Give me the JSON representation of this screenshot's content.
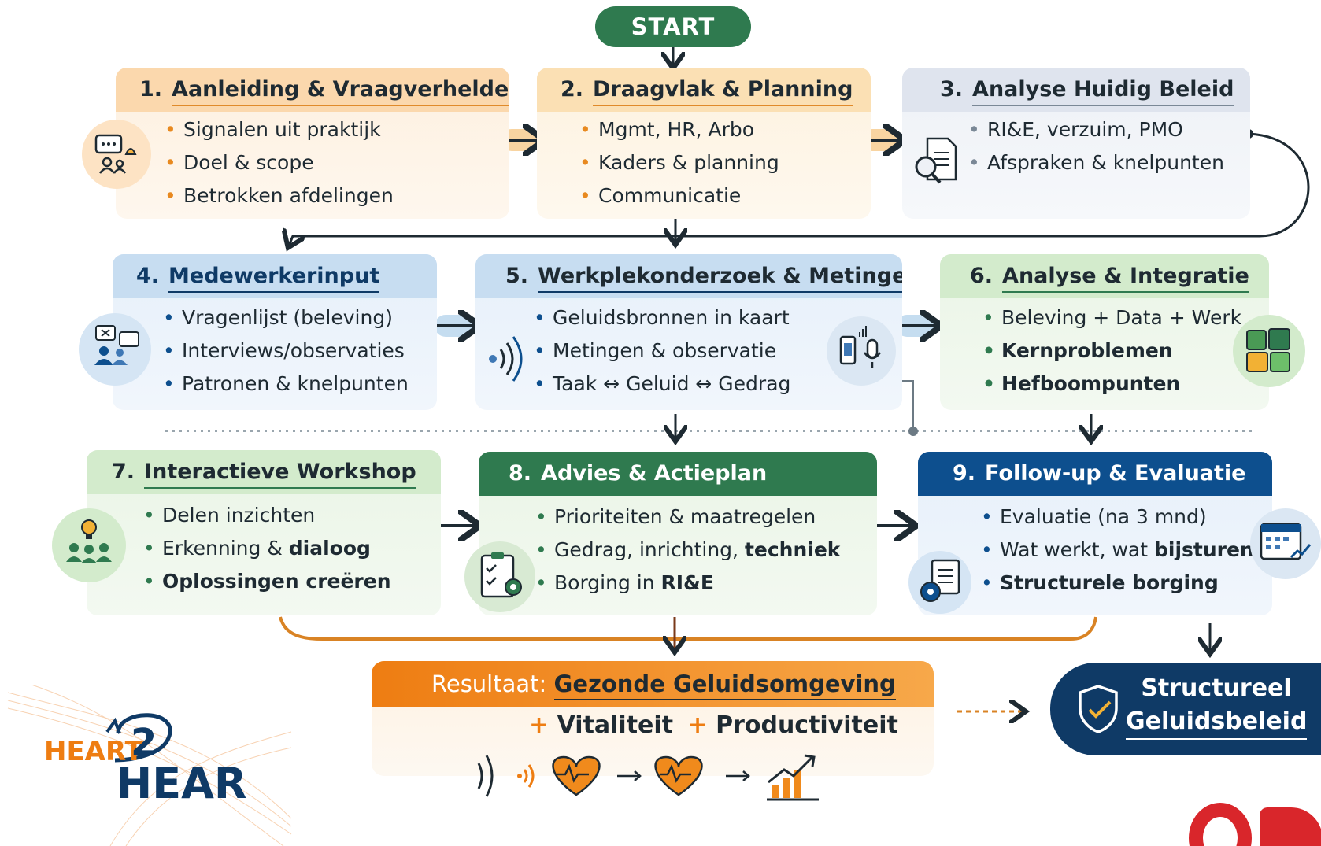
{
  "start_label": "START",
  "steps": [
    {
      "num": "1.",
      "title": "Aanleiding & Vraagverheldering",
      "items": [
        "Signalen uit praktijk",
        "Doel & scope",
        "Betrokken afdelingen"
      ]
    },
    {
      "num": "2.",
      "title": "Draagvlak & Planning",
      "items": [
        "Mgmt, HR, Arbo",
        "Kaders & planning",
        "Communicatie"
      ]
    },
    {
      "num": "3.",
      "title": "Analyse Huidig Beleid",
      "items": [
        "RI&E, verzuim, PMO",
        "Afspraken & knelpunten"
      ]
    },
    {
      "num": "4.",
      "title": "Medewerkerinput",
      "items": [
        "Vragenlijst (beleving)",
        "Interviews/observaties",
        "Patronen & knelpunten"
      ]
    },
    {
      "num": "5.",
      "title": "Werkplekonderzoek & Metingen",
      "items": [
        "Geluidsbronnen in kaart",
        "Metingen & observatie",
        "Taak ↔ Geluid ↔ Gedrag"
      ]
    },
    {
      "num": "6.",
      "title": "Analyse & Integratie",
      "items": [
        "Beleving + Data + Werk",
        "Kernproblemen",
        "Hefboompunten"
      ]
    },
    {
      "num": "7.",
      "title": "Interactieve Workshop",
      "items_rich": [
        {
          "plain": "Delen inzichten",
          "bold": ""
        },
        {
          "plain": "Erkenning & ",
          "bold": "dialoog"
        },
        {
          "plain": "",
          "bold": "Oplossingen creëren"
        }
      ]
    },
    {
      "num": "8.",
      "title": "Advies & Actieplan",
      "items_rich": [
        {
          "plain": "Prioriteiten & maatregelen",
          "bold": ""
        },
        {
          "plain": "Gedrag, inrichting, ",
          "bold": "techniek"
        },
        {
          "plain": "Borging in ",
          "bold": "RI&E"
        }
      ]
    },
    {
      "num": "9.",
      "title": "Follow-up & Evaluatie",
      "items_rich": [
        {
          "plain": "Evaluatie (na 3 mnd)",
          "bold": ""
        },
        {
          "plain": "Wat werkt, wat ",
          "bold": "bijsturen?"
        },
        {
          "plain": "",
          "bold": "Structurele borging"
        }
      ]
    }
  ],
  "result": {
    "prefix": "Resultaat:",
    "title": "Gezonde Geluidsomgeving",
    "plus1": "+",
    "extra1": "Vitaliteit",
    "plus2": "+",
    "extra2": "Productiviteit"
  },
  "policy": {
    "line1": "Structureel",
    "line2": "Geluidsbeleid"
  },
  "logo": {
    "heart": "HEART",
    "two": "2",
    "hear": "HEAR"
  },
  "colors": {
    "orange": "#f08a1c",
    "green_dark": "#2f7a4f",
    "navy": "#0f3a66",
    "blue_header": "#0d4f8e"
  },
  "icons": [
    "chat-bell-people-icon",
    "document-search-icon",
    "survey-people-icon",
    "sound-waves-icon",
    "phone-microphone-icon",
    "puzzle-icon",
    "lightbulb-team-icon",
    "clipboard-gear-icon",
    "gear-checklist-icon",
    "calendar-chart-icon",
    "heart-pulse-icon",
    "growth-chart-icon",
    "shield-check-icon"
  ]
}
